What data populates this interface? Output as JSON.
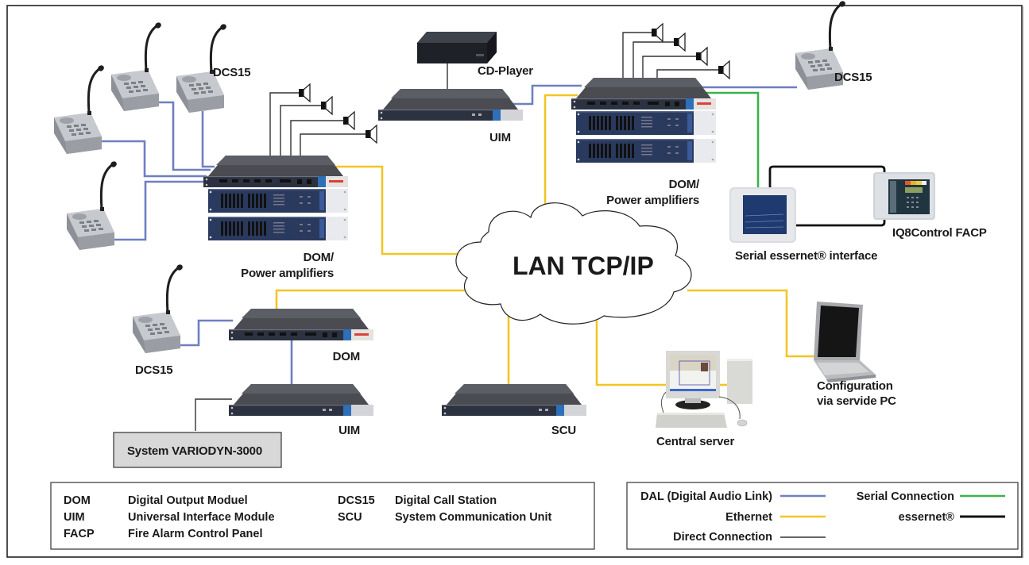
{
  "cloud": {
    "label": "LAN TCP/IP"
  },
  "devices": {
    "dcs15_top": {
      "label": "DCS15"
    },
    "dcs15_right": {
      "label": "DCS15"
    },
    "dcs15_bottom": {
      "label": "DCS15"
    },
    "cd_player": {
      "label": "CD-Player"
    },
    "uim_top": {
      "label": "UIM"
    },
    "uim_bottom": {
      "label": "UIM"
    },
    "dom_left": {
      "label_line1": "DOM/",
      "label_line2": "Power amplifiers"
    },
    "dom_right": {
      "label_line1": "DOM/",
      "label_line2": "Power amplifiers"
    },
    "dom_bottom": {
      "label": "DOM"
    },
    "scu": {
      "label": "SCU"
    },
    "central_server": {
      "label": "Central server"
    },
    "service_pc": {
      "label_line1": "Configuration",
      "label_line2": "via servide PC"
    },
    "serial_interface": {
      "label": "Serial essernet® interface"
    },
    "facp": {
      "label": "IQ8Control FACP"
    },
    "variodyn": {
      "label": "System VARIODYN-3000"
    }
  },
  "abbreviations": [
    {
      "abbr": "DOM",
      "meaning": "Digital Output Moduel"
    },
    {
      "abbr": "UIM",
      "meaning": "Universal Interface Module"
    },
    {
      "abbr": "FACP",
      "meaning": "Fire Alarm Control Panel"
    },
    {
      "abbr": "DCS15",
      "meaning": "Digital Call Station"
    },
    {
      "abbr": "SCU",
      "meaning": "System Communication Unit"
    }
  ],
  "legend": [
    {
      "label": "DAL (Digital Audio Link)",
      "type": "dal",
      "color": "#6f7fc0"
    },
    {
      "label": "Ethernet",
      "type": "ethernet",
      "color": "#f2c525"
    },
    {
      "label": "Direct Connection",
      "type": "direct",
      "color": "#333333"
    },
    {
      "label": "Serial Connection",
      "type": "serial",
      "color": "#3bb34a"
    },
    {
      "label": "essernet®",
      "type": "essernet",
      "color": "#111111"
    }
  ]
}
